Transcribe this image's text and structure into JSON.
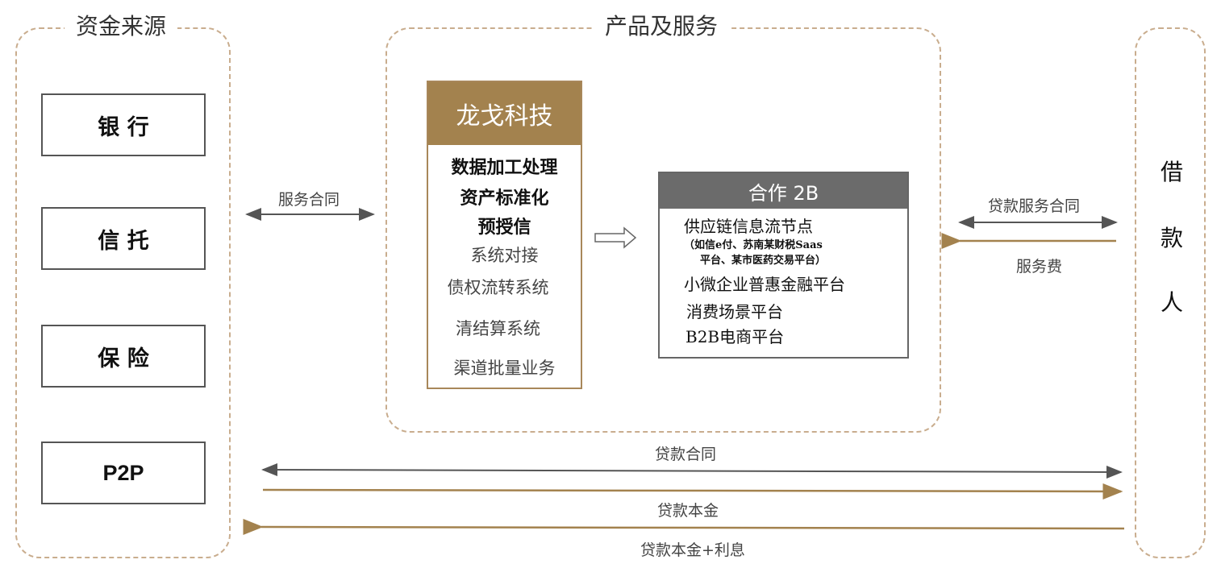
{
  "groups": {
    "funding_title": "资金来源",
    "products_title": "产品及服务"
  },
  "funding_sources": [
    "银 行",
    "信 托",
    "保 险",
    "P2P"
  ],
  "longge": {
    "title": "龙戈科技",
    "items": [
      "数据加工处理",
      "资产标准化",
      "预授信",
      "系统对接",
      "债权流转系统",
      "清结算系统",
      "渠道批量业务"
    ]
  },
  "cooperation": {
    "title": "合作 2B",
    "item1": "供应链信息流节点",
    "item1_note_line1": "（如信e付、苏南某财税Saas",
    "item1_note_line2": "平台、某市医药交易平台）",
    "item2": "小微企业普惠金融平台",
    "item3": "消费场景平台",
    "item4": "B2B电商平台"
  },
  "borrower": [
    "借",
    "款",
    "人"
  ],
  "flows": {
    "service_contract": "服务合同",
    "loan_service_contract": "贷款服务合同",
    "service_fee": "服务费",
    "loan_contract": "贷款合同",
    "loan_principal": "贷款本金",
    "principal_interest": "贷款本金+利息"
  },
  "colors": {
    "gold": "#a3824e",
    "gray_header": "#6b6b6b",
    "dashed_border": "#c9ad8e",
    "arrow_gray": "#555555"
  }
}
